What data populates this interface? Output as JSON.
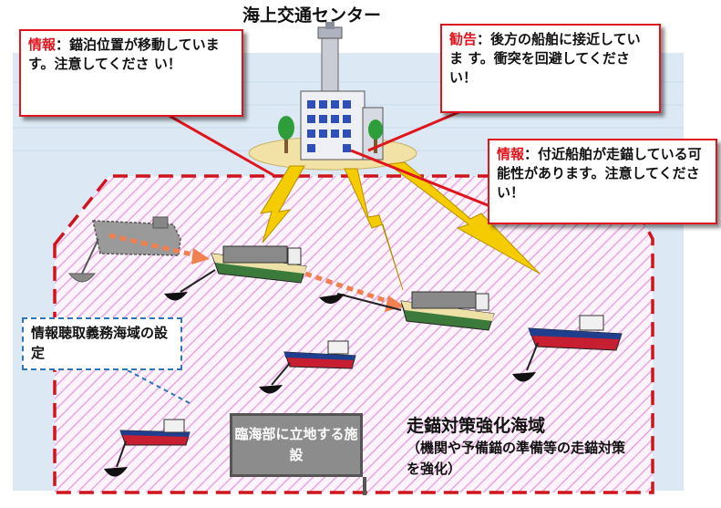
{
  "title": "海上交通センター",
  "callouts": [
    {
      "tag": "情報",
      "text": "：錨泊位置が移動していま す。注意してくださ い！"
    },
    {
      "tag": "勧告",
      "text": "：後方の船舶に接近していま す。衝突を回避してくださ い！"
    },
    {
      "tag": "情報",
      "text": "：付近船舶が走錨している可能性があります。注意してくださ い！"
    }
  ],
  "zone_label": "情報聴取義務海域の設定",
  "facility": "臨海部に立地する施設",
  "area_title": "走錨対策強化海域",
  "area_note": "（機関や予備錨の準備等の走錨対策を強化）",
  "colors": {
    "alert": "#e0141c",
    "zone": "#d0141c",
    "hatch": "#e8a6e0",
    "sea": "#dce9f4",
    "signal": "#f4cc00"
  }
}
